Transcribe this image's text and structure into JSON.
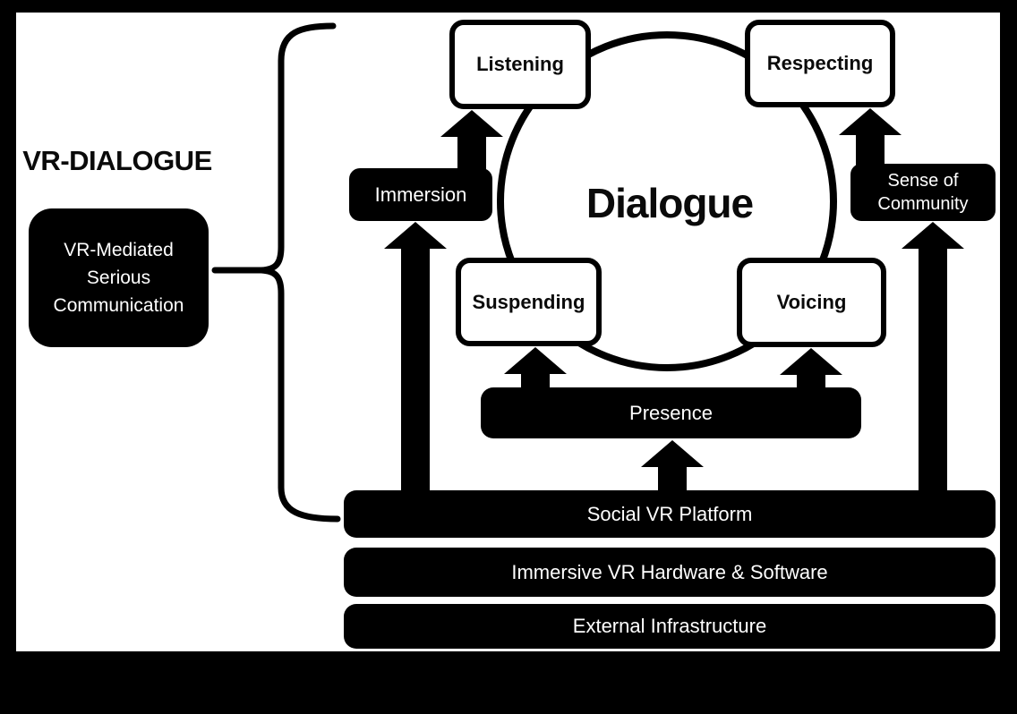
{
  "title": "VR-DIALOGUE",
  "concept_box": {
    "line1": "VR-Mediated",
    "line2": "Serious",
    "line3": "Communication"
  },
  "dialogue_model": {
    "center": "Dialogue",
    "listening": "Listening",
    "respecting": "Respecting",
    "suspending": "Suspending",
    "voicing": "Voicing"
  },
  "vr_affordances": {
    "immersion": "Immersion",
    "sense_of_community_line1": "Sense of",
    "sense_of_community_line2": "Community",
    "presence": "Presence"
  },
  "technology_stack": {
    "platform": "Social VR Platform",
    "hardware": "Immersive VR Hardware & Software",
    "infrastructure": "External Infrastructure"
  },
  "colors": {
    "ink": "#000000",
    "paper": "#ffffff"
  }
}
